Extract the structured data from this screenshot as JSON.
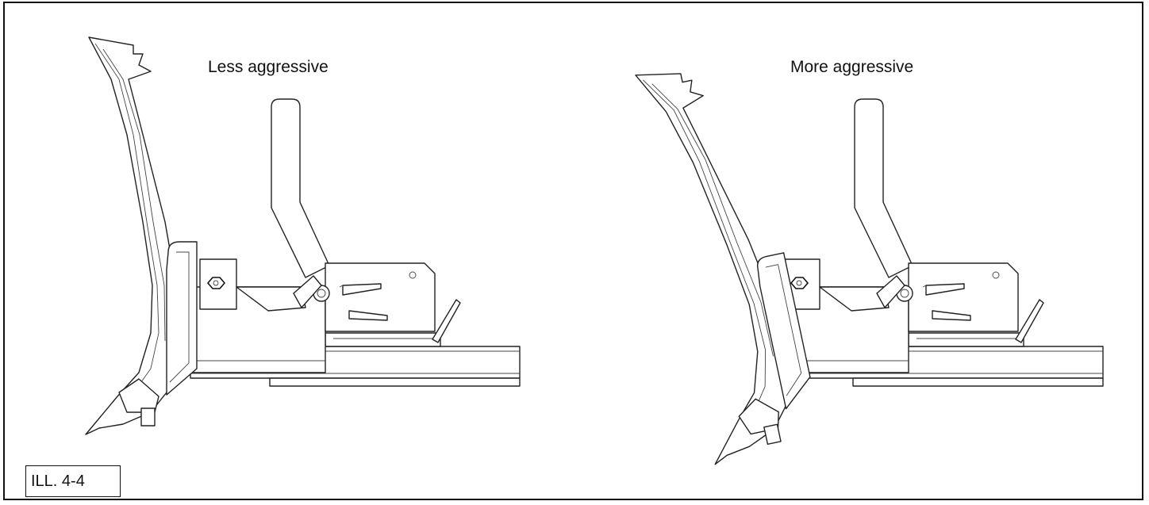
{
  "illustration": {
    "left_caption": "Less aggressive",
    "right_caption": "More aggressive",
    "label": "ILL. 4-4"
  }
}
